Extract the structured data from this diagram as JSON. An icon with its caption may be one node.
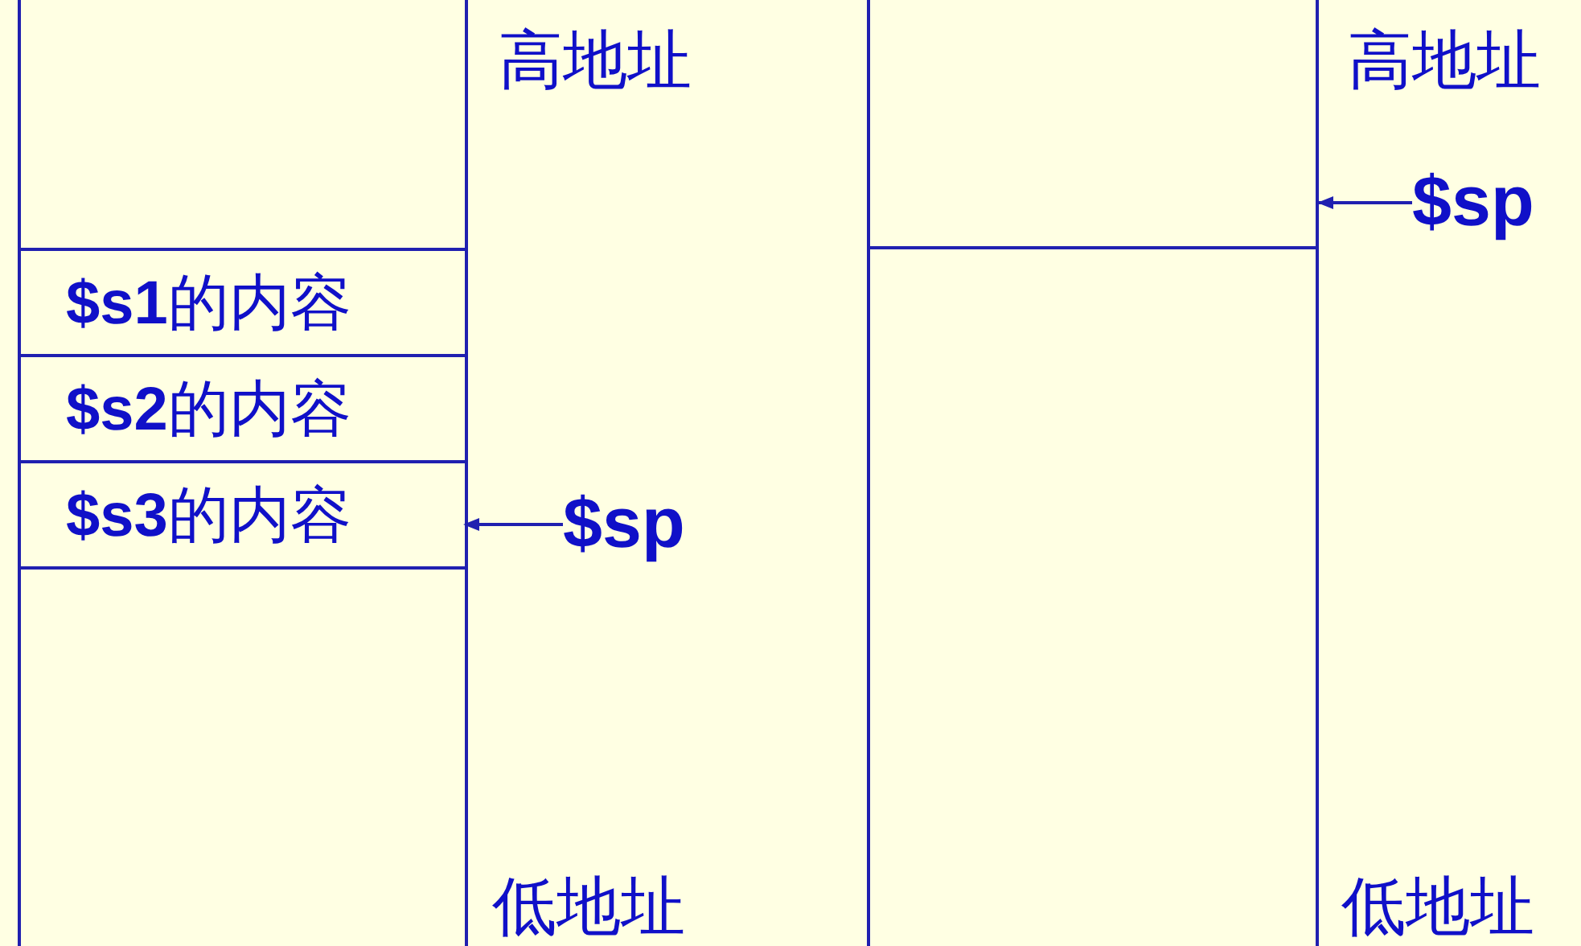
{
  "diagram": {
    "nodes": [
      {
        "text": [],
        "shape": "box"
      },
      {
        "text": [
          "**$s1**的内容"
        ],
        "in": 0
      },
      {
        "text": [
          "**$s2**的内容"
        ],
        "in": 0
      },
      {
        "text": [
          "**$s3**的内容"
        ],
        "in": 0
      },
      {
        "text": [
          "$sp"
        ]
      },
      {
        "text": [],
        "shape": "box"
      },
      {
        "text": [
          "$sp"
        ]
      }
    ],
    "edges": [
      {
        "from": 4,
        "to": 3,
        "arrow": "to"
      },
      {
        "from": 6,
        "to": 5,
        "arrow": "to"
      }
    ],
    "labels": [
      "高地址",
      "高地址",
      "低地址",
      "低地址"
    ]
  }
}
